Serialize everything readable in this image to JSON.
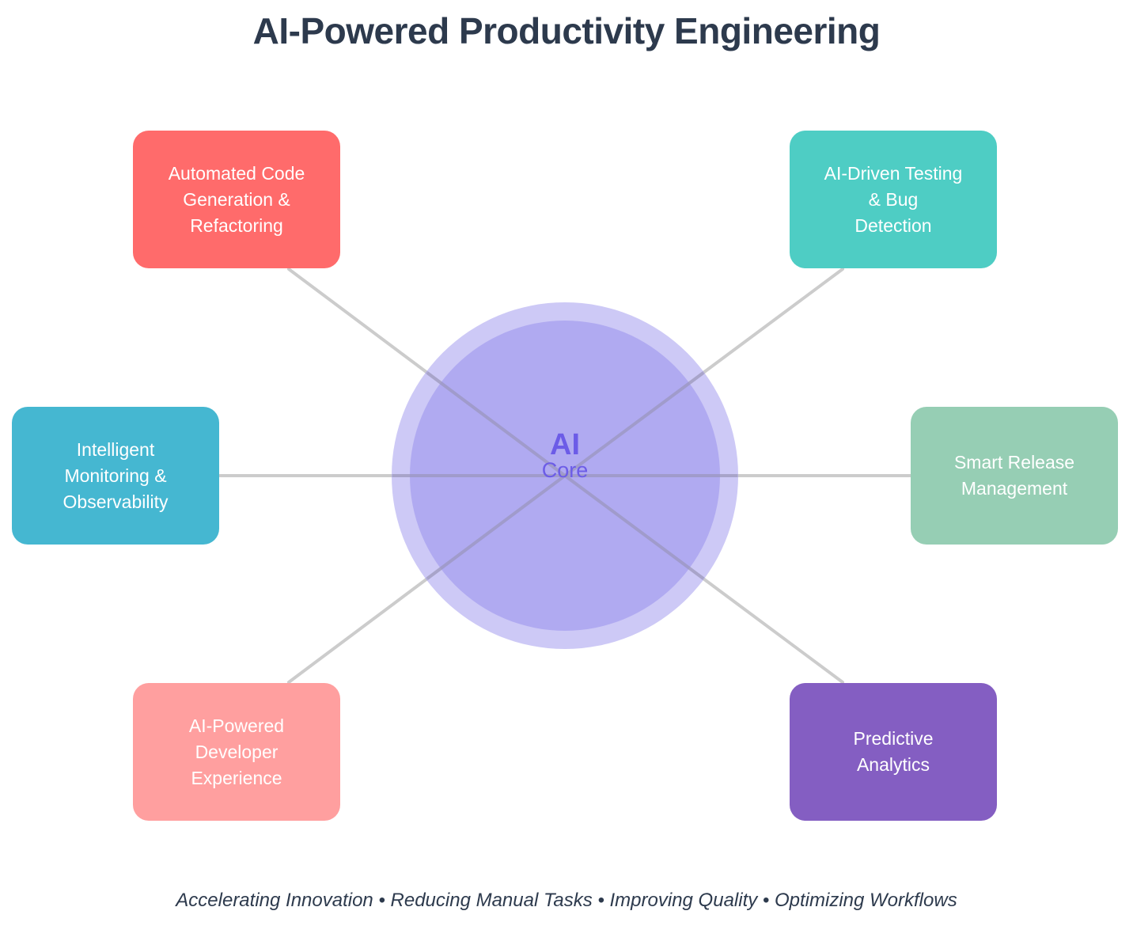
{
  "title": "AI-Powered Productivity Engineering",
  "core": {
    "label_primary": "AI",
    "label_secondary": "Core",
    "outer_color": "#cbc7f5",
    "inner_color": "#afa9f0",
    "text_color": "#6c5ce7"
  },
  "connector_color": "#cccccc",
  "nodes": [
    {
      "id": "code-generation",
      "label": "Automated Code\nGeneration &\nRefactoring",
      "color": "#ff6b6b",
      "position": "top-left"
    },
    {
      "id": "testing",
      "label": "AI-Driven Testing\n& Bug\nDetection",
      "color": "#4ecdc4",
      "position": "top-right"
    },
    {
      "id": "monitoring",
      "label": "Intelligent\nMonitoring &\nObservability",
      "color": "#45b7d1",
      "position": "middle-left"
    },
    {
      "id": "release",
      "label": "Smart Release\nManagement",
      "color": "#96ceb4",
      "position": "middle-right"
    },
    {
      "id": "developer-experience",
      "label": "AI-Powered\nDeveloper\nExperience",
      "color": "#ff9f9f",
      "position": "bottom-left"
    },
    {
      "id": "predictive-analytics",
      "label": "Predictive\nAnalytics",
      "color": "#845ec2",
      "position": "bottom-right"
    }
  ],
  "footer": "Accelerating Innovation • Reducing Manual Tasks • Improving Quality • Optimizing Workflows"
}
